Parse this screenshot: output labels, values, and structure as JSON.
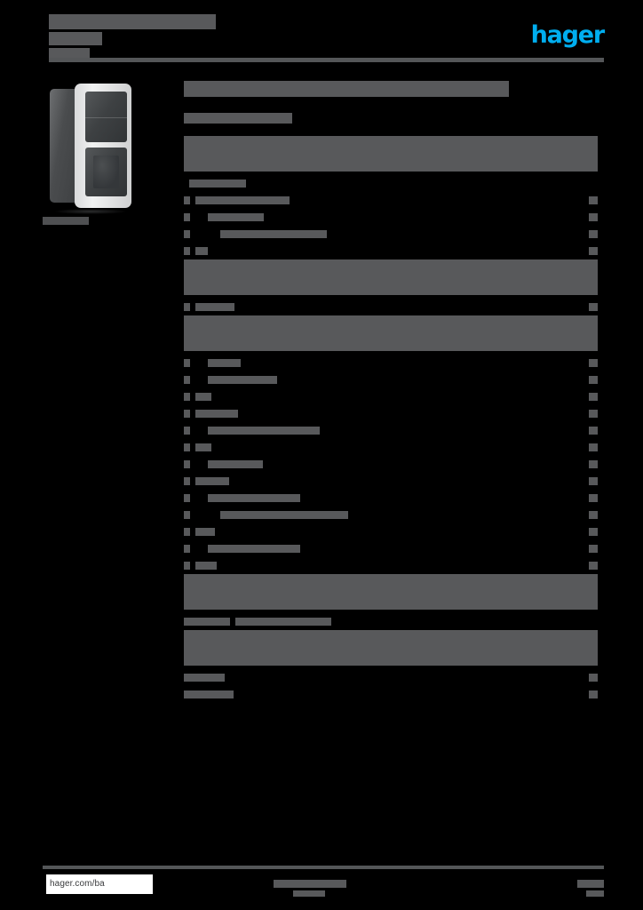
{
  "document": {
    "kind": "product-datasheet-cover",
    "heading_redacted": true,
    "subheading_redacted": true
  },
  "header": {
    "brand_wordmark": "hager",
    "brand_color": "#00AEEF",
    "title_redacted": true,
    "subtitle_redacted": true,
    "rule_color": "#545658"
  },
  "product": {
    "caption_redacted": true,
    "image_description": "anthracite surface-mounted rocker switch and socket combination"
  },
  "toc": {
    "rows": [
      {
        "num": "",
        "num_w": 0,
        "title_w": 0,
        "indent": 1,
        "page": "",
        "banner": true
      },
      {
        "num": "",
        "num_w": 0,
        "title_w": 64,
        "indent": 1,
        "page": ""
      },
      {
        "num": "",
        "num_w": 7,
        "title_w": 106,
        "indent": 1,
        "page": "x"
      },
      {
        "num": "",
        "num_w": 7,
        "title_w": 63,
        "indent": 2,
        "page": "x"
      },
      {
        "num": "",
        "num_w": 7,
        "title_w": 120,
        "indent": 3,
        "page": "x"
      },
      {
        "num": "",
        "num_w": 7,
        "title_w": 14,
        "indent": 1,
        "page": "x"
      },
      {
        "num": "",
        "num_w": 0,
        "title_w": 0,
        "indent": 1,
        "page": "",
        "banner": true
      },
      {
        "num": "",
        "num_w": 7,
        "title_w": 44,
        "indent": 1,
        "page": "x"
      },
      {
        "num": "",
        "num_w": 0,
        "title_w": 0,
        "indent": 1,
        "page": "",
        "banner": true
      },
      {
        "num": "",
        "num_w": 7,
        "title_w": 37,
        "indent": 2,
        "page": "x"
      },
      {
        "num": "",
        "num_w": 7,
        "title_w": 78,
        "indent": 2,
        "page": "x"
      },
      {
        "num": "",
        "num_w": 7,
        "title_w": 18,
        "indent": 1,
        "page": "x"
      },
      {
        "num": "",
        "num_w": 7,
        "title_w": 48,
        "indent": 1,
        "page": "x"
      },
      {
        "num": "",
        "num_w": 7,
        "title_w": 126,
        "indent": 2,
        "page": "x"
      },
      {
        "num": "",
        "num_w": 7,
        "title_w": 18,
        "indent": 1,
        "page": "x"
      },
      {
        "num": "",
        "num_w": 7,
        "title_w": 62,
        "indent": 2,
        "page": "x"
      },
      {
        "num": "",
        "num_w": 7,
        "title_w": 38,
        "indent": 1,
        "page": "x"
      },
      {
        "num": "",
        "num_w": 7,
        "title_w": 104,
        "indent": 2,
        "page": "x"
      },
      {
        "num": "",
        "num_w": 7,
        "title_w": 144,
        "indent": 3,
        "page": "x"
      },
      {
        "num": "",
        "num_w": 7,
        "title_w": 22,
        "indent": 1,
        "page": "x"
      },
      {
        "num": "",
        "num_w": 7,
        "title_w": 104,
        "indent": 2,
        "page": "x"
      },
      {
        "num": "",
        "num_w": 7,
        "title_w": 24,
        "indent": 1,
        "page": "x"
      },
      {
        "num": "",
        "num_w": 0,
        "title_w": 0,
        "indent": 1,
        "page": "",
        "banner": true
      },
      {
        "num": "",
        "num_w": 52,
        "title_w": 108,
        "indent": 1,
        "page": ""
      },
      {
        "num": "",
        "num_w": 0,
        "title_w": 0,
        "indent": 1,
        "page": "",
        "banner": true
      },
      {
        "num": "",
        "num_w": 46,
        "title_w": 0,
        "indent": 1,
        "page": "x"
      },
      {
        "num": "",
        "num_w": 56,
        "title_w": 0,
        "indent": 1,
        "page": "x"
      }
    ]
  },
  "footer": {
    "url": "hager.com/ba",
    "center_redacted": true,
    "page_number_redacted": true,
    "rule_color": "#545658"
  }
}
